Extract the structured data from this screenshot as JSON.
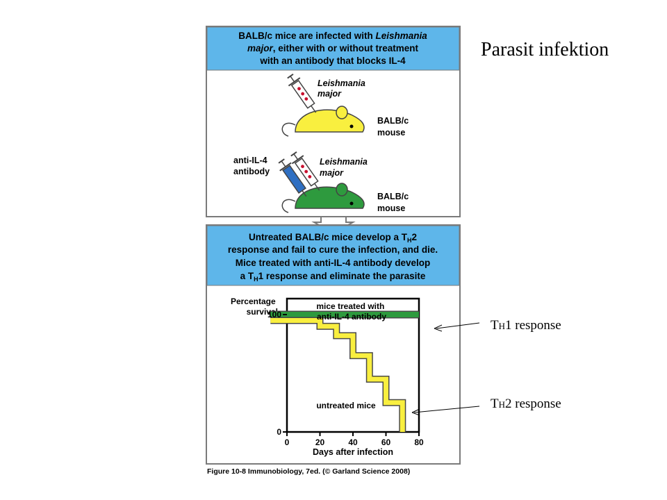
{
  "slide": {
    "title": "Parasit infektion",
    "annotations": {
      "th1": {
        "prefix": "T",
        "sub": "H",
        "suffix": "1 response"
      },
      "th2": {
        "prefix": "T",
        "sub": "H",
        "suffix": "2 response"
      }
    }
  },
  "figure": {
    "top_banner": {
      "line1": "BALB/c mice are infected with ",
      "line1_italic": "Leishmania",
      "line2_italic": "major",
      "line2": ", either with or without treatment",
      "line3": "with an antibody that blocks IL-4"
    },
    "mice": {
      "syringe_label_top": [
        "Leishmania",
        "major"
      ],
      "mouse_label_top": [
        "BALB/c",
        "mouse"
      ],
      "antibody_label": [
        "anti-IL-4",
        "antibody"
      ],
      "syringe_label_bottom": [
        "Leishmania",
        "major"
      ],
      "mouse_label_bottom": [
        "BALB/c",
        "mouse"
      ],
      "colors": {
        "untreated": "#f9ef3f",
        "treated": "#2e9a3e",
        "antibody_syringe": "#2f6fc2",
        "parasite": "#c8102e"
      }
    },
    "mid_banner": {
      "line1_a": "Untreated BALB/c mice develop a T",
      "line1_sub": "H",
      "line1_b": "2",
      "line2": "response and fail to cure the infection, and die.",
      "line3": "Mice treated with anti-IL-4 antibody develop",
      "line4_a": "a T",
      "line4_sub": "H",
      "line4_b": "1 response and eliminate the parasite"
    },
    "caption": "Figure 10-8 Immunobiology, 7ed. (© Garland Science 2008)",
    "banner_color": "#5eb6ea"
  },
  "chart_data": {
    "type": "line",
    "ylabel": "Percentage survival",
    "xlabel": "Days after infection",
    "xlim": [
      0,
      80
    ],
    "ylim": [
      0,
      100
    ],
    "x_ticks": [
      0,
      20,
      40,
      60,
      80
    ],
    "y_ticks": [
      0,
      100
    ],
    "series": [
      {
        "name": "mice treated with anti-IL-4 antibody",
        "color": "#2e9a3e",
        "points": [
          [
            -10,
            100
          ],
          [
            80,
            100
          ]
        ]
      },
      {
        "name": "untreated mice",
        "color": "#f9ef3f",
        "points": [
          [
            -10,
            95
          ],
          [
            20,
            95
          ],
          [
            20,
            90
          ],
          [
            30,
            90
          ],
          [
            30,
            82
          ],
          [
            40,
            82
          ],
          [
            40,
            65
          ],
          [
            50,
            65
          ],
          [
            50,
            45
          ],
          [
            60,
            45
          ],
          [
            60,
            25
          ],
          [
            70,
            25
          ],
          [
            70,
            0
          ]
        ]
      }
    ]
  }
}
